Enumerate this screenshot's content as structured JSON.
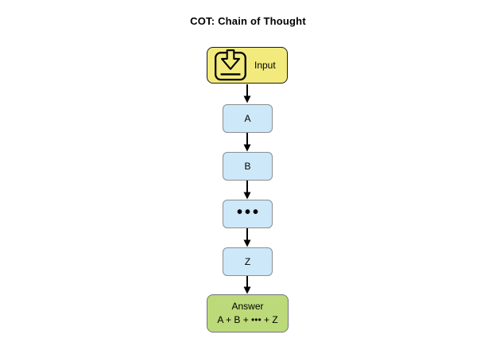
{
  "title": "COT: Chain of Thought",
  "diagram": {
    "input_node": {
      "label": "Input",
      "icon": "download-input-icon"
    },
    "steps": [
      {
        "label": "A"
      },
      {
        "label": "B"
      },
      {
        "label": "•••"
      },
      {
        "label": "Z"
      }
    ],
    "answer_node": {
      "label": "Answer",
      "formula": "A + B + ••• + Z"
    }
  },
  "colors": {
    "input_fill": "#F2EA7D",
    "input_border": "#1a1a1a",
    "step_fill": "#CDE8F8",
    "step_border": "#8a8f94",
    "answer_fill": "#BCDA79",
    "answer_border": "#70757a",
    "arrow": "#000000"
  }
}
